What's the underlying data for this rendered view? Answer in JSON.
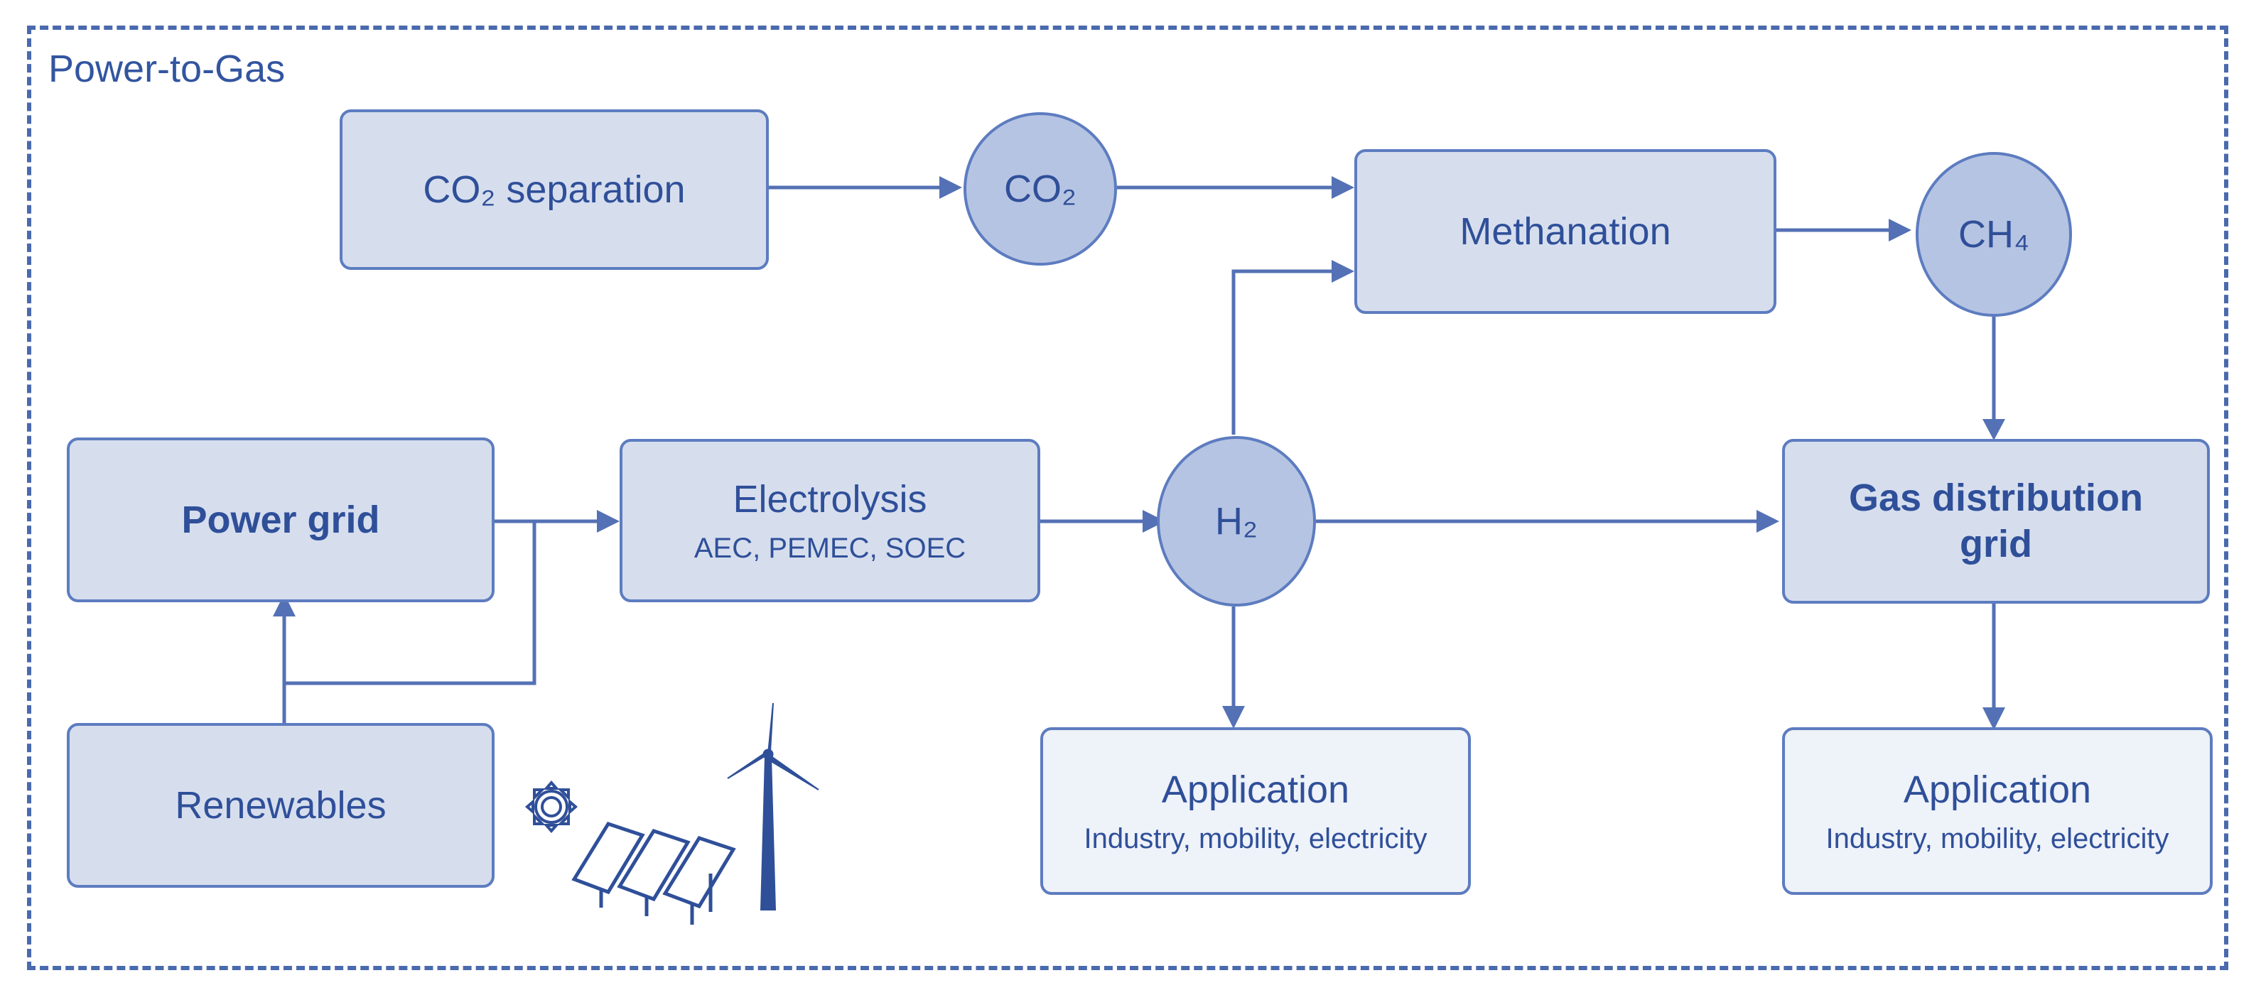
{
  "frame": {
    "title": "Power-to-Gas"
  },
  "boxes": {
    "co2_separation": {
      "label": "CO₂ separation"
    },
    "methanation": {
      "label": "Methanation"
    },
    "power_grid": {
      "label": "Power grid"
    },
    "electrolysis": {
      "label": "Electrolysis",
      "sub": "AEC, PEMEC, SOEC"
    },
    "gas_grid": {
      "label": "Gas distribution grid"
    },
    "renewables": {
      "label": "Renewables"
    },
    "application_h2": {
      "label": "Application",
      "sub": "Industry, mobility, electricity"
    },
    "application_gas": {
      "label": "Application",
      "sub": "Industry, mobility, electricity"
    }
  },
  "nodes": {
    "co2": {
      "label": "CO₂"
    },
    "ch4": {
      "label": "CH₄"
    },
    "h2": {
      "label": "H₂"
    }
  },
  "icons": [
    "sun-icon",
    "solar-panel-icon",
    "wind-turbine-icon"
  ],
  "colors": {
    "line": "#5471b5",
    "box_fill": "#d6deee",
    "node_fill": "#b6c4e3",
    "light_fill": "#eef2f9"
  }
}
